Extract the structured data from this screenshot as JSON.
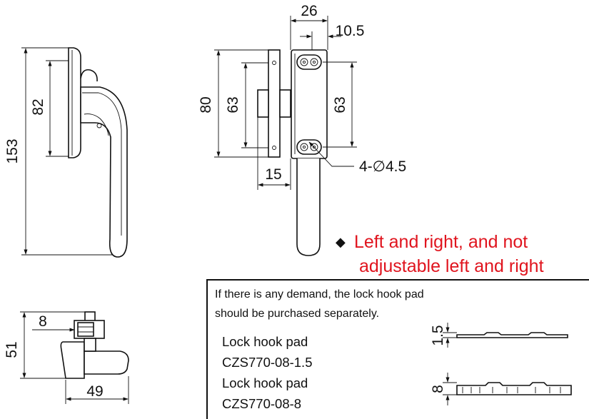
{
  "front_view": {
    "dim_total_height": "153",
    "dim_base_height": "82"
  },
  "side_view": {
    "dim_width": "26",
    "dim_hole_offset": "10.5",
    "dim_plate_height": "80",
    "dim_left_hole_pitch": "63",
    "dim_right_hole_pitch": "63",
    "dim_depth": "15",
    "hole_callout": "4-∅4.5"
  },
  "top_view": {
    "dim_height": "51",
    "dim_offset": "8",
    "dim_length": "49"
  },
  "feature_note": {
    "bullet": "◆",
    "line1": "Left and right, and not",
    "line2": "adjustable left and right"
  },
  "info_box": {
    "line1": "If there is any demand, the lock hook pad",
    "line2": "should be purchased separately.",
    "items": [
      {
        "name": "Lock hook pad",
        "code": "CZS770-08-1.5",
        "thickness": "1.5"
      },
      {
        "name": "Lock hook pad",
        "code": "CZS770-08-8",
        "thickness": "8"
      }
    ]
  }
}
